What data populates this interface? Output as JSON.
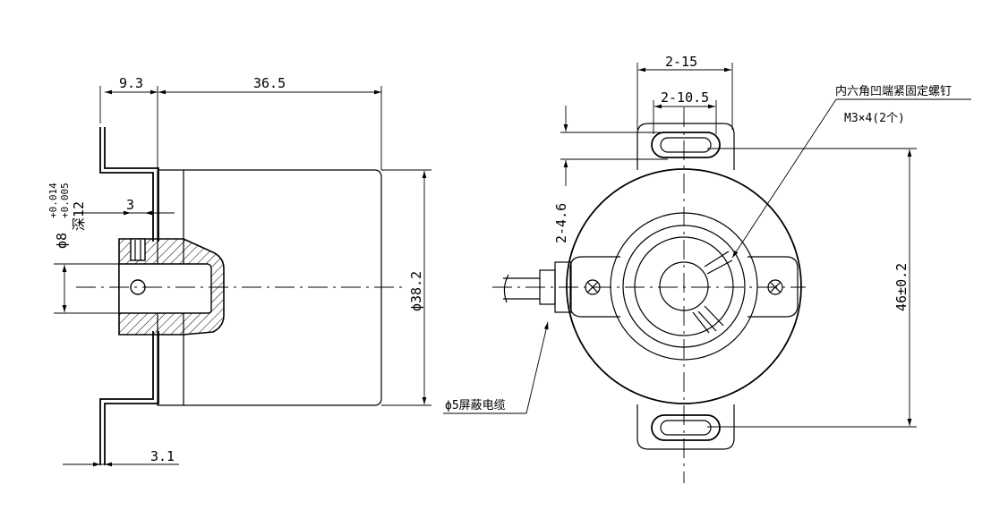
{
  "left_view": {
    "dim_9_3": "9.3",
    "dim_36_5": "36.5",
    "dim_3": "3",
    "dim_3_1": "3.1",
    "dim_dia38_2": "ϕ38.2",
    "bore_dia": "ϕ8",
    "tol_upper": "+0.014",
    "tol_lower": "+0.005",
    "depth": "深12"
  },
  "right_view": {
    "dim_2_15": "2-15",
    "dim_2_10_5": "2-10.5",
    "dim_2_4_6": "2-4.6",
    "dim_46": "46±0.2",
    "set_screw_title": "内六角凹端紧固定螺钉",
    "set_screw_spec": "M3×4(2个)",
    "cable_note": "ϕ5屏蔽电缆"
  }
}
